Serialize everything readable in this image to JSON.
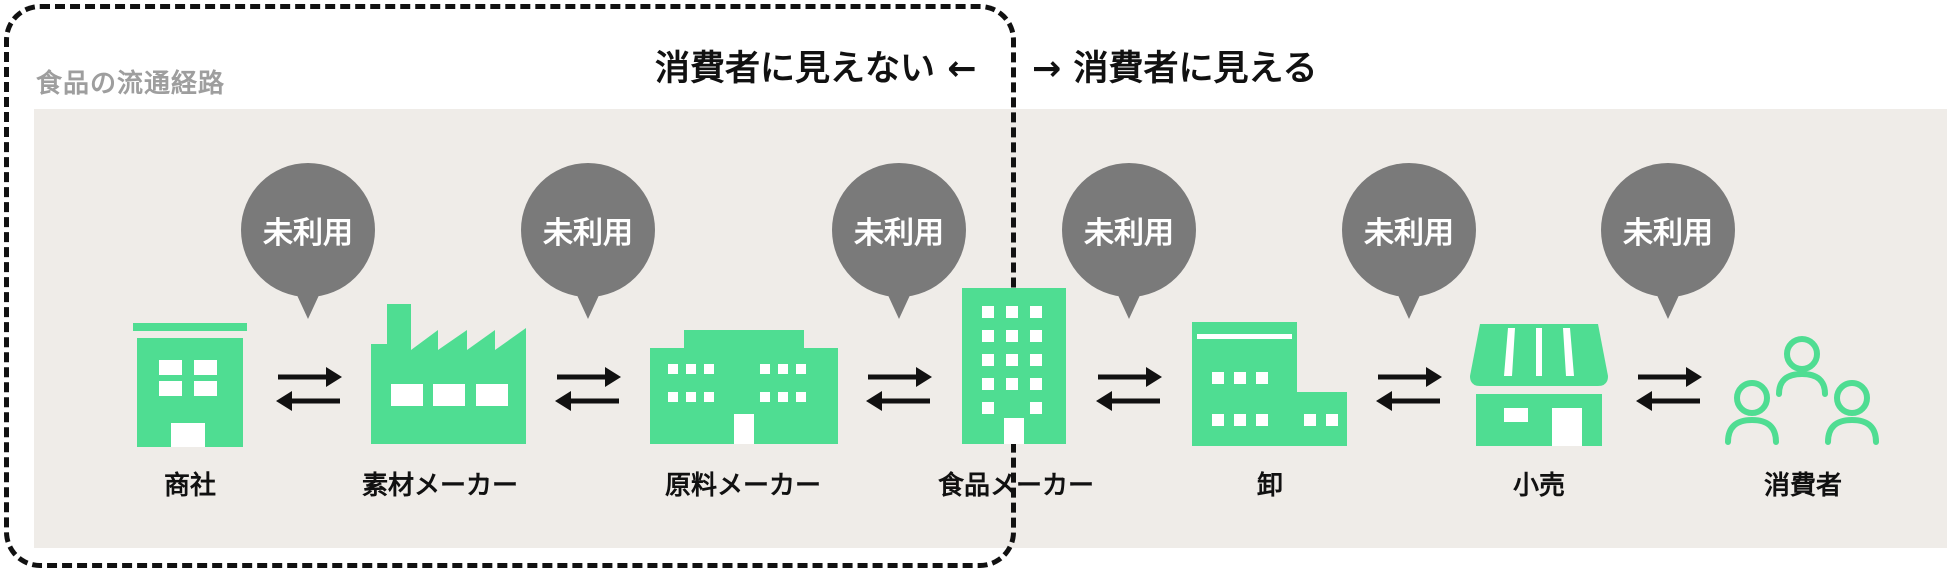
{
  "diagram": {
    "title": "食品の流通経路",
    "invisible_label": "消費者に見えない ←",
    "visible_label": "→ 消費者に見える",
    "bubble_text": [
      "未利用",
      "未利用",
      "未利用",
      "未利用",
      "未利用",
      "未利用"
    ],
    "stages": [
      "商社",
      "素材メーカー",
      "原料メーカー",
      "食品メーカー",
      "卸",
      "小売",
      "消費者"
    ],
    "colors": {
      "icon_green": "#4fdd92",
      "bubble_gray": "#7a7a7a",
      "band_bg": "#efece8"
    }
  }
}
